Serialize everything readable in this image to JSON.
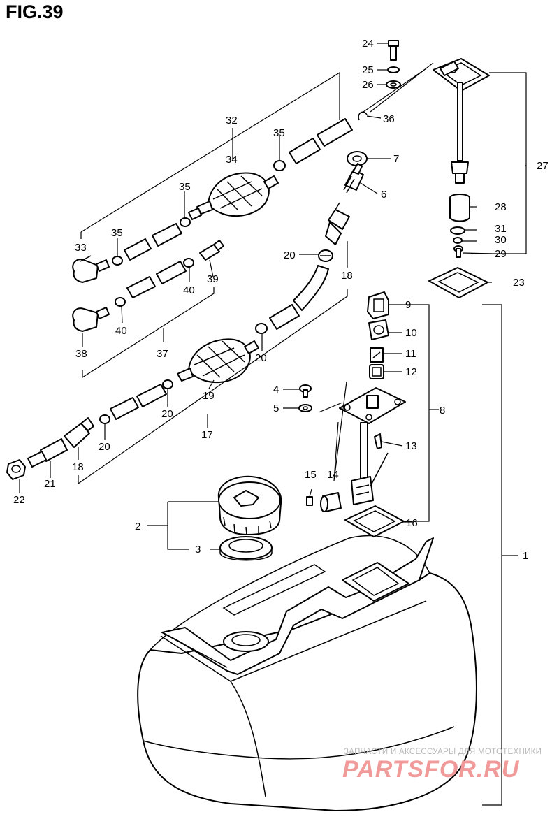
{
  "figure": {
    "title": "FIG.39"
  },
  "callouts": [
    "1",
    "2",
    "3",
    "4",
    "5",
    "6",
    "7",
    "8",
    "9",
    "10",
    "11",
    "12",
    "13",
    "14",
    "15",
    "16",
    "17",
    "18",
    "19",
    "20",
    "21",
    "22",
    "23",
    "24",
    "25",
    "26",
    "27",
    "28",
    "29",
    "30",
    "31",
    "32",
    "33",
    "34",
    "35",
    "36",
    "37",
    "38",
    "39",
    "40"
  ],
  "watermark": {
    "caption": "ЗАПЧАСТИ И АКСЕССУАРЫ ДЛЯ МОТОТЕХНИКИ",
    "logo": "PARTSFOR.RU"
  }
}
